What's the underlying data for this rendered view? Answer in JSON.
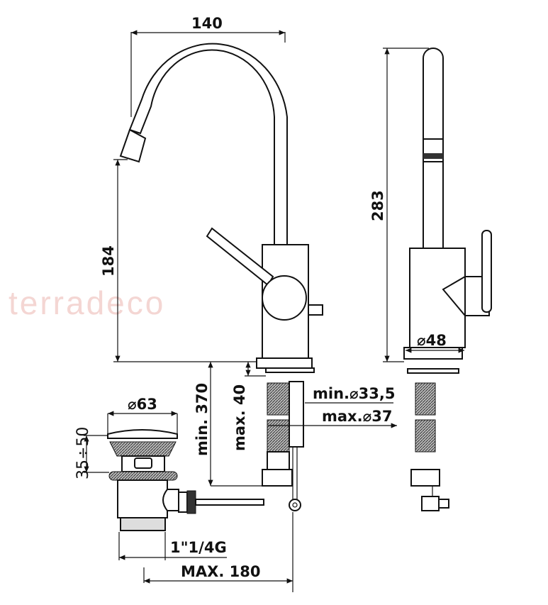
{
  "watermark": "terradeco",
  "dimensions": {
    "spout_reach": "140",
    "spout_height": "184",
    "total_height": "283",
    "base_diameter": "⌀48",
    "hose_length": "min. 370",
    "deck_thickness": "max. 40",
    "hole_min": "min.⌀33,5",
    "hole_max": "max.⌀37",
    "waste_diameter": "⌀63",
    "waste_height": "35÷50",
    "waste_thread": "1\"1/4G",
    "rod_length": "MAX. 180"
  }
}
